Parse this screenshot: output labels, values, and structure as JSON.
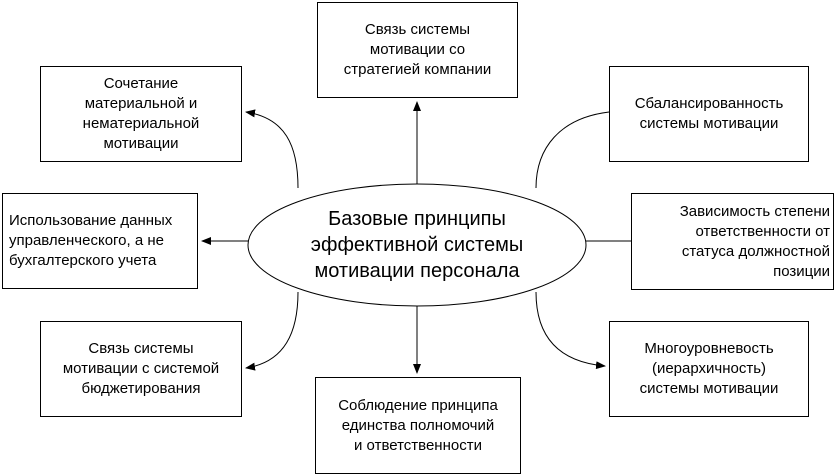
{
  "diagram": {
    "center": "Базовые принципы\nэффективной системы\nмотивации персонала",
    "boxes": {
      "top": "Связь системы\nмотивации со\nстратегией компании",
      "top_left": "Сочетание\nматериальной и\nнематериальной\nмотивации",
      "top_right": "Сбалансированность\nсистемы мотивации",
      "left": "Использование данных\nуправленческого, а не\nбухгалтерского учета",
      "right": "Зависимость степени\nответственности от\nстатуса должностной\nпозиции",
      "bottom_left": "Связь системы\nмотивации с системой\nбюджетирования",
      "bottom_right": "Многоуровневость\n(иерархичность)\nсистемы мотивации",
      "bottom": "Соблюдение принципа\nединства полномочий\nи ответственности"
    }
  }
}
